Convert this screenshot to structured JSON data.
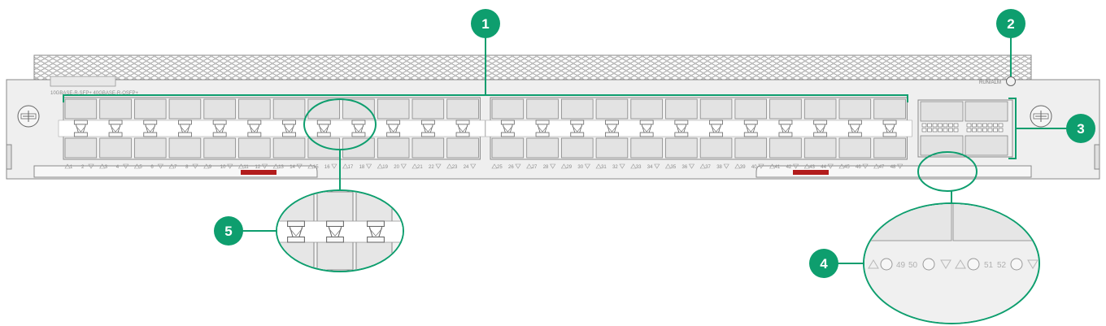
{
  "callouts": [
    "1",
    "2",
    "3",
    "4",
    "5"
  ],
  "panel": {
    "model_label": "10GBASE-R-SFP+   40GBASE-R-QSFP+",
    "status_led_label": "RUN/ALM",
    "port_labels_left": [
      "1",
      "2",
      "3",
      "4",
      "5",
      "6",
      "7",
      "8",
      "9",
      "10",
      "11",
      "12",
      "13",
      "14",
      "15",
      "16",
      "17",
      "18",
      "19",
      "20",
      "21",
      "22",
      "23",
      "24"
    ],
    "port_labels_right": [
      "25",
      "26",
      "27",
      "28",
      "29",
      "30",
      "31",
      "32",
      "33",
      "34",
      "35",
      "36",
      "37",
      "38",
      "39",
      "40",
      "41",
      "42",
      "43",
      "44",
      "45",
      "46",
      "47",
      "48"
    ]
  },
  "zoom_detail": {
    "qsfp_labels": [
      "49",
      "50",
      "51",
      "52"
    ]
  },
  "colors": {
    "callout": "#0e9e6e",
    "alarm_label": "#b21c1c",
    "panel_face": "#efefef"
  }
}
